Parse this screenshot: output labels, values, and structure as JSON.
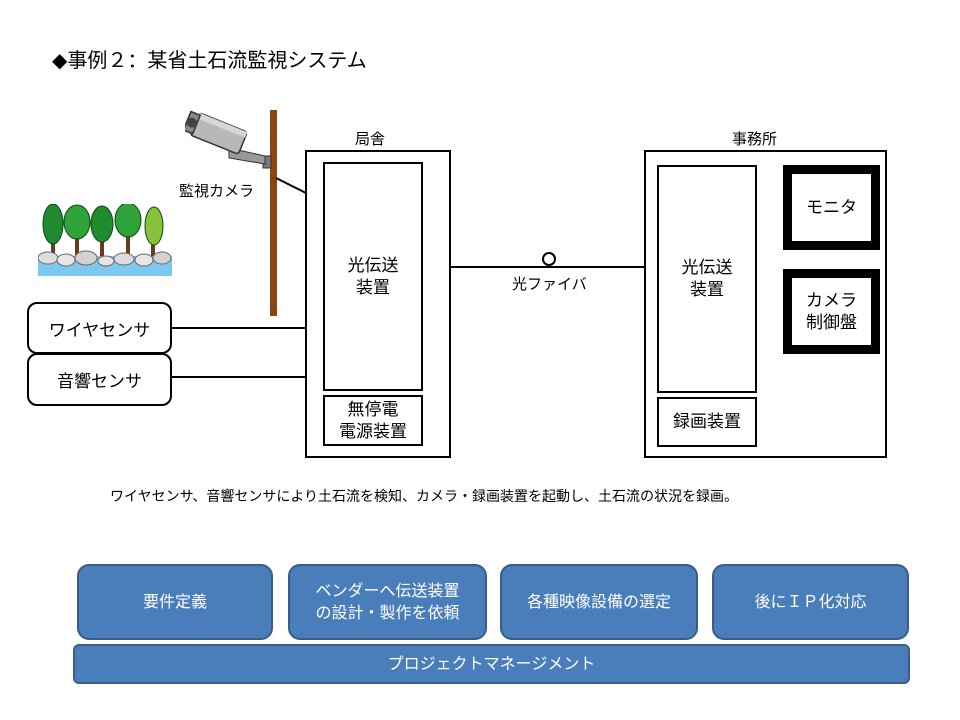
{
  "title": "◆事例２：某省土石流監視システム",
  "labels": {
    "kyokusha": "局舎",
    "jimusho": "事務所",
    "camera": "監視カメラ",
    "fiber": "光ファイバ"
  },
  "sensors": {
    "wire": "ワイヤセンサ",
    "acoustic": "音響センサ"
  },
  "devices": {
    "left_optical": [
      "光伝送",
      "装置"
    ],
    "ups": [
      "無停電",
      "電源装置"
    ],
    "right_optical": [
      "光伝送",
      "装置"
    ],
    "recorder": "録画装置",
    "monitor": "モニタ",
    "camera_control": [
      "カメラ",
      "制御盤"
    ]
  },
  "note": "ワイヤセンサ、音響センサにより土石流を検知、カメラ・録画装置を起動し、土石流の状況を録画。",
  "process": {
    "steps": [
      [
        "要件定義"
      ],
      [
        "ベンダーへ伝送装置",
        "の設計・製作を依頼"
      ],
      [
        "各種映像設備の選定"
      ],
      [
        "後にＩＰ化対応"
      ]
    ],
    "base": "プロジェクトマネージメント"
  },
  "colors": {
    "step_fill": "#4a7ebb",
    "step_border": "#385d8a",
    "pole": "#8b4513"
  }
}
